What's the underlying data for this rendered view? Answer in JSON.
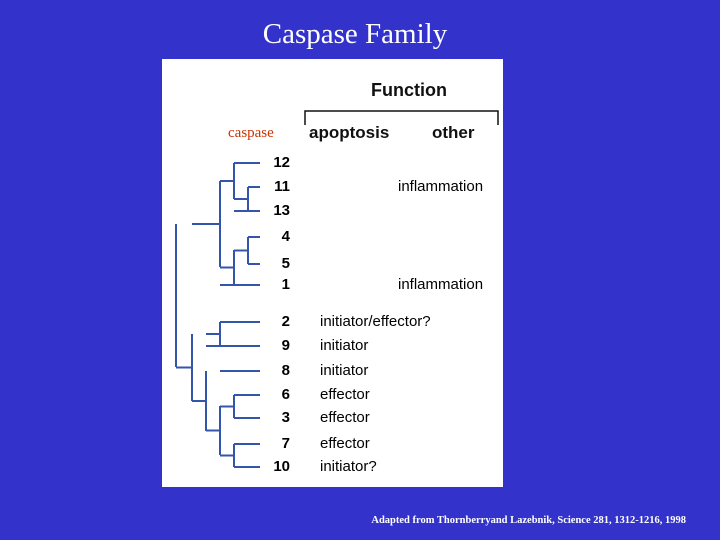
{
  "title": "Caspase Family",
  "caption": "Adapted from Thornberryand Lazebnik, Science 281, 1312-1216, 1998",
  "figure": {
    "header": "Function",
    "col_apoptosis": "apoptosis",
    "col_other": "other",
    "row_label": "caspase"
  },
  "rows": [
    {
      "num": "12",
      "apoptosis": "",
      "other": ""
    },
    {
      "num": "11",
      "apoptosis": "",
      "other": "inflammation"
    },
    {
      "num": "13",
      "apoptosis": "",
      "other": ""
    },
    {
      "num": "4",
      "apoptosis": "",
      "other": ""
    },
    {
      "num": "5",
      "apoptosis": "",
      "other": ""
    },
    {
      "num": "1",
      "apoptosis": "",
      "other": "inflammation"
    },
    {
      "num": "2",
      "apoptosis": "initiator/effector?",
      "other": ""
    },
    {
      "num": "9",
      "apoptosis": "initiator",
      "other": ""
    },
    {
      "num": "8",
      "apoptosis": "initiator",
      "other": ""
    },
    {
      "num": "6",
      "apoptosis": "effector",
      "other": ""
    },
    {
      "num": "3",
      "apoptosis": "effector",
      "other": ""
    },
    {
      "num": "7",
      "apoptosis": "effector",
      "other": ""
    },
    {
      "num": "10",
      "apoptosis": "initiator?",
      "other": ""
    }
  ]
}
